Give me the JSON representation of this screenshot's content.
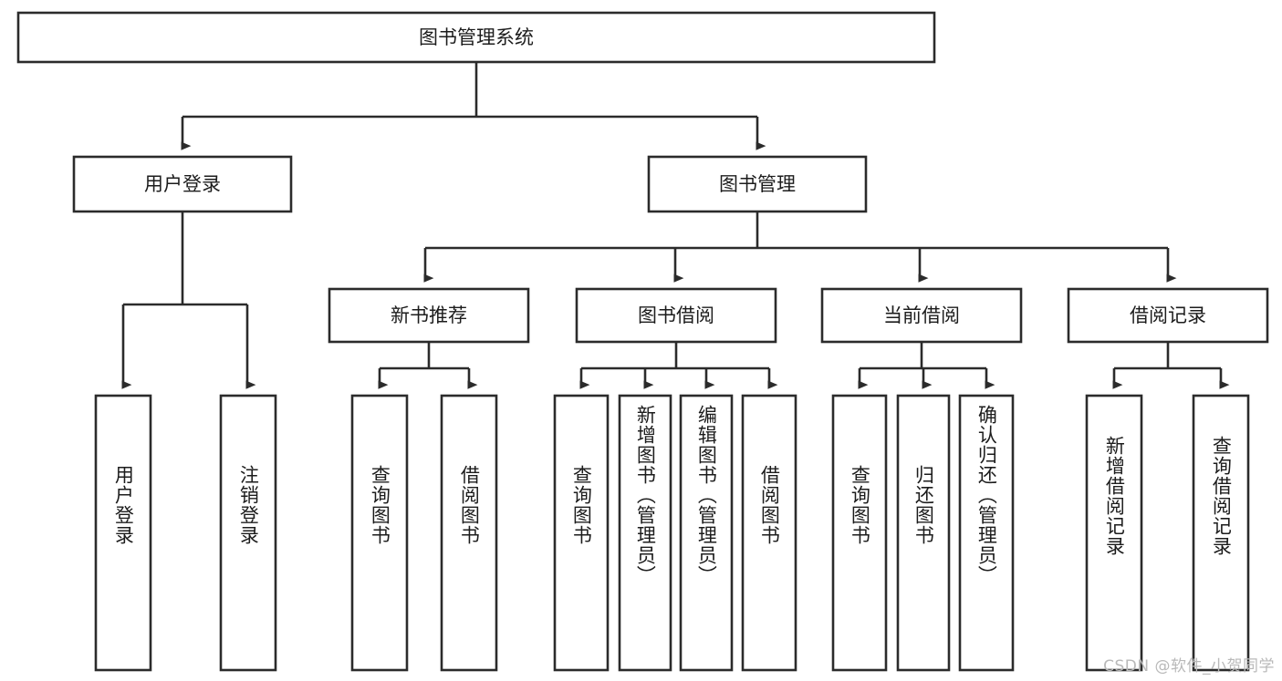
{
  "diagram": {
    "type": "tree-hierarchy",
    "title_node": {
      "id": "root",
      "label": "图书管理系统"
    },
    "level2": [
      {
        "id": "user-login",
        "label": "用户登录"
      },
      {
        "id": "book-management",
        "label": "图书管理"
      }
    ],
    "level3": [
      {
        "id": "new-book-recommend",
        "label": "新书推荐",
        "parent": "book-management"
      },
      {
        "id": "book-borrow",
        "label": "图书借阅",
        "parent": "book-management"
      },
      {
        "id": "current-borrow",
        "label": "当前借阅",
        "parent": "book-management"
      },
      {
        "id": "borrow-record",
        "label": "借阅记录",
        "parent": "book-management"
      }
    ],
    "leaves": [
      {
        "id": "leaf-user-login",
        "label": "用户登录",
        "parent": "user-login"
      },
      {
        "id": "leaf-logout-login",
        "label": "注销登录",
        "parent": "user-login"
      },
      {
        "id": "leaf-query-book-1",
        "label": "查询图书",
        "parent": "new-book-recommend"
      },
      {
        "id": "leaf-borrow-book-1",
        "label": "借阅图书",
        "parent": "new-book-recommend"
      },
      {
        "id": "leaf-query-book-2",
        "label": "查询图书",
        "parent": "book-borrow"
      },
      {
        "id": "leaf-add-book",
        "label": "新增图书（管理员）",
        "parent": "book-borrow"
      },
      {
        "id": "leaf-edit-book",
        "label": "编辑图书（管理员）",
        "parent": "book-borrow"
      },
      {
        "id": "leaf-borrow-book-2",
        "label": "借阅图书",
        "parent": "book-borrow"
      },
      {
        "id": "leaf-query-book-3",
        "label": "查询图书",
        "parent": "current-borrow"
      },
      {
        "id": "leaf-return-book",
        "label": "归还图书",
        "parent": "current-borrow"
      },
      {
        "id": "leaf-confirm-return",
        "label": "确认归还（管理员）",
        "parent": "current-borrow"
      },
      {
        "id": "leaf-add-borrow-record",
        "label": "新增借阅记录",
        "parent": "borrow-record"
      },
      {
        "id": "leaf-query-borrow-record",
        "label": "查询借阅记录",
        "parent": "borrow-record"
      }
    ],
    "colors": {
      "box_stroke": "#2b2b2b",
      "box_fill": "#ffffff",
      "text": "#1c1c1c",
      "background": "#ffffff",
      "watermark": "#b9b9b9"
    }
  },
  "watermark": {
    "text": "CSDN @软件_小贺同学"
  }
}
